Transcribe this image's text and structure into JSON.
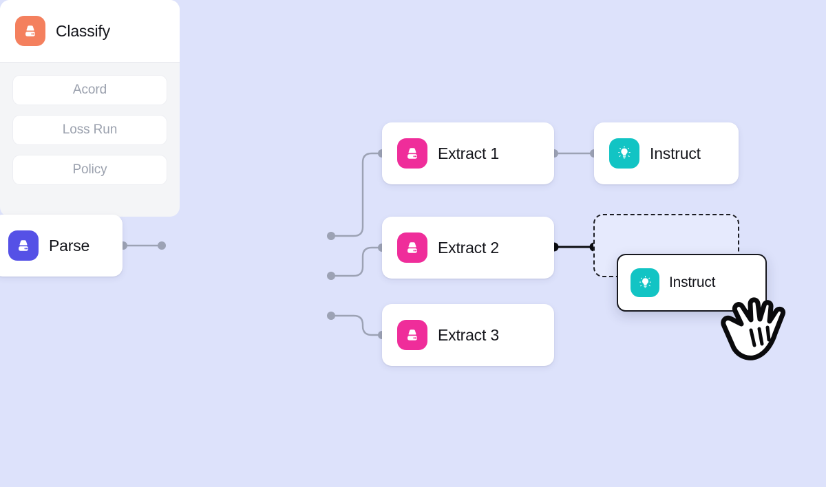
{
  "canvas": {
    "background_color": "#dde2fb",
    "cursor": {
      "icon": "grab-hand-cursor",
      "label": "drag cursor"
    }
  },
  "nodes": [
    {
      "id": "parse",
      "label": "Parse",
      "icon": "drive-icon",
      "icon_color": "#5551e6",
      "type": "step"
    },
    {
      "id": "classify",
      "label": "Classify",
      "icon": "drive-icon",
      "icon_color": "#f4805e",
      "type": "branch",
      "branches": [
        {
          "id": "acord",
          "label": "Acord"
        },
        {
          "id": "loss-run",
          "label": "Loss Run"
        },
        {
          "id": "policy",
          "label": "Policy"
        }
      ]
    },
    {
      "id": "extract-1",
      "label": "Extract 1",
      "icon": "drive-icon",
      "icon_color": "#ef2d9a",
      "type": "step"
    },
    {
      "id": "extract-2",
      "label": "Extract 2",
      "icon": "drive-icon",
      "icon_color": "#ef2d9a",
      "type": "step"
    },
    {
      "id": "extract-3",
      "label": "Extract 3",
      "icon": "drive-icon",
      "icon_color": "#ef2d9a",
      "type": "step"
    },
    {
      "id": "instruct-1",
      "label": "Instruct",
      "icon": "lightbulb-icon",
      "icon_color": "#12c4c4",
      "type": "step"
    },
    {
      "id": "instruct-dragged",
      "label": "Instruct",
      "icon": "lightbulb-icon",
      "icon_color": "#12c4c4",
      "type": "step",
      "state": "dragging",
      "border_color": "#16171d"
    }
  ],
  "drop_placeholder": {
    "name": "drop-target",
    "style": "dashed",
    "border_color": "#1b1c22",
    "fill_color": "#e6eafd"
  },
  "edges": [
    {
      "from": "parse",
      "to": "classify",
      "state": "normal",
      "color": "#9ca2b4"
    },
    {
      "from": "acord",
      "to": "extract-1",
      "state": "normal",
      "color": "#9ca2b4"
    },
    {
      "from": "loss-run",
      "to": "extract-2",
      "state": "normal",
      "color": "#9ca2b4"
    },
    {
      "from": "policy",
      "to": "extract-3",
      "state": "normal",
      "color": "#9ca2b4"
    },
    {
      "from": "extract-1",
      "to": "instruct-1",
      "state": "normal",
      "color": "#9ca2b4"
    },
    {
      "from": "extract-2",
      "to": "drop-target",
      "state": "active",
      "color": "#0b0c10"
    }
  ],
  "colors": {
    "background": "#dde2fb",
    "node_surface": "#ffffff",
    "group_surface": "#f4f5f7",
    "title_text": "#15161c",
    "muted_text": "#9aa0ad",
    "edge": "#9ca2b4",
    "edge_active": "#0b0c10",
    "parse": "#5551e6",
    "classify": "#f4805e",
    "extract": "#ef2d9a",
    "instruct": "#12c4c4"
  }
}
